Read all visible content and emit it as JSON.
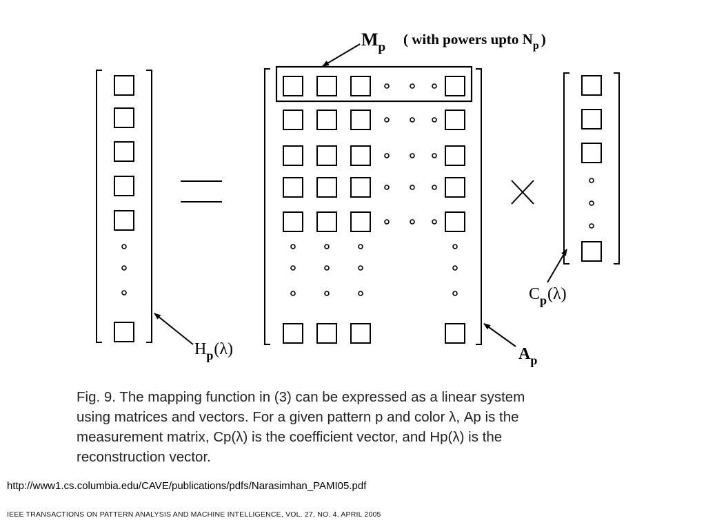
{
  "diagram": {
    "labels": {
      "mp_main": "M",
      "mp_sub": "p",
      "mp_note": "( with powers upto N",
      "mp_note_sub": "p",
      "mp_note_close": ")",
      "hp_main": "H",
      "hp_sub": "p",
      "hp_arg": "(λ)",
      "ap_main": "A",
      "ap_sub": "p",
      "cp_main": "C",
      "cp_sub": "p",
      "cp_arg": "(λ)"
    },
    "symbols": {
      "equals": "=",
      "times": "×"
    }
  },
  "caption": {
    "lines": [
      "Fig. 9. The mapping function in (3) can be expressed as a linear system",
      "using matrices and vectors. For a given pattern p and color λ, Ap is the",
      "measurement matrix, Cp(λ) is the coefficient vector, and Hp(λ) is the",
      "reconstruction vector."
    ]
  },
  "source": {
    "url": "http://www1.cs.columbia.edu/CAVE/publications/pdfs/Narasimhan_PAMI05.pdf",
    "journal": "IEEE TRANSACTIONS ON PATTERN ANALYSIS AND MACHINE INTELLIGENCE,   VOL. 27,   NO. 4,   APRIL 2005"
  }
}
